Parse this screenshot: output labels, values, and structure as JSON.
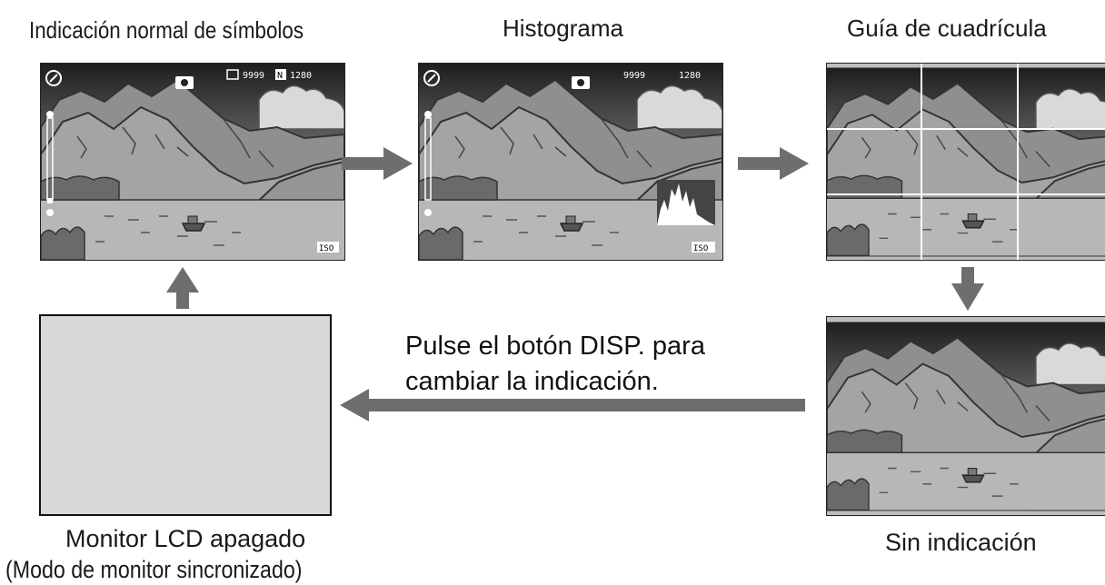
{
  "labels": {
    "normal": "Indicación normal de símbolos",
    "histogram": "Histograma",
    "grid": "Guía de cuadrícula",
    "none": "Sin indicación",
    "lcd_off_line1": "Monitor LCD apagado",
    "lcd_off_line2": "(Modo de monitor sincronizado)"
  },
  "instruction": {
    "line1": "Pulse el botón DISP. para",
    "line2": "cambiar la indicación."
  },
  "screen_icons": {
    "flash": "flash-off-icon",
    "mode": "camera-mode-icon",
    "shots": "9999",
    "quality": "N",
    "size": "1280",
    "iso": "ISO"
  },
  "colors": {
    "arrow": "#6e6e6e",
    "lcd_off": "#d8d8d8",
    "sky_dark": "#2f2f2f",
    "grid_line": "#ffffff"
  }
}
